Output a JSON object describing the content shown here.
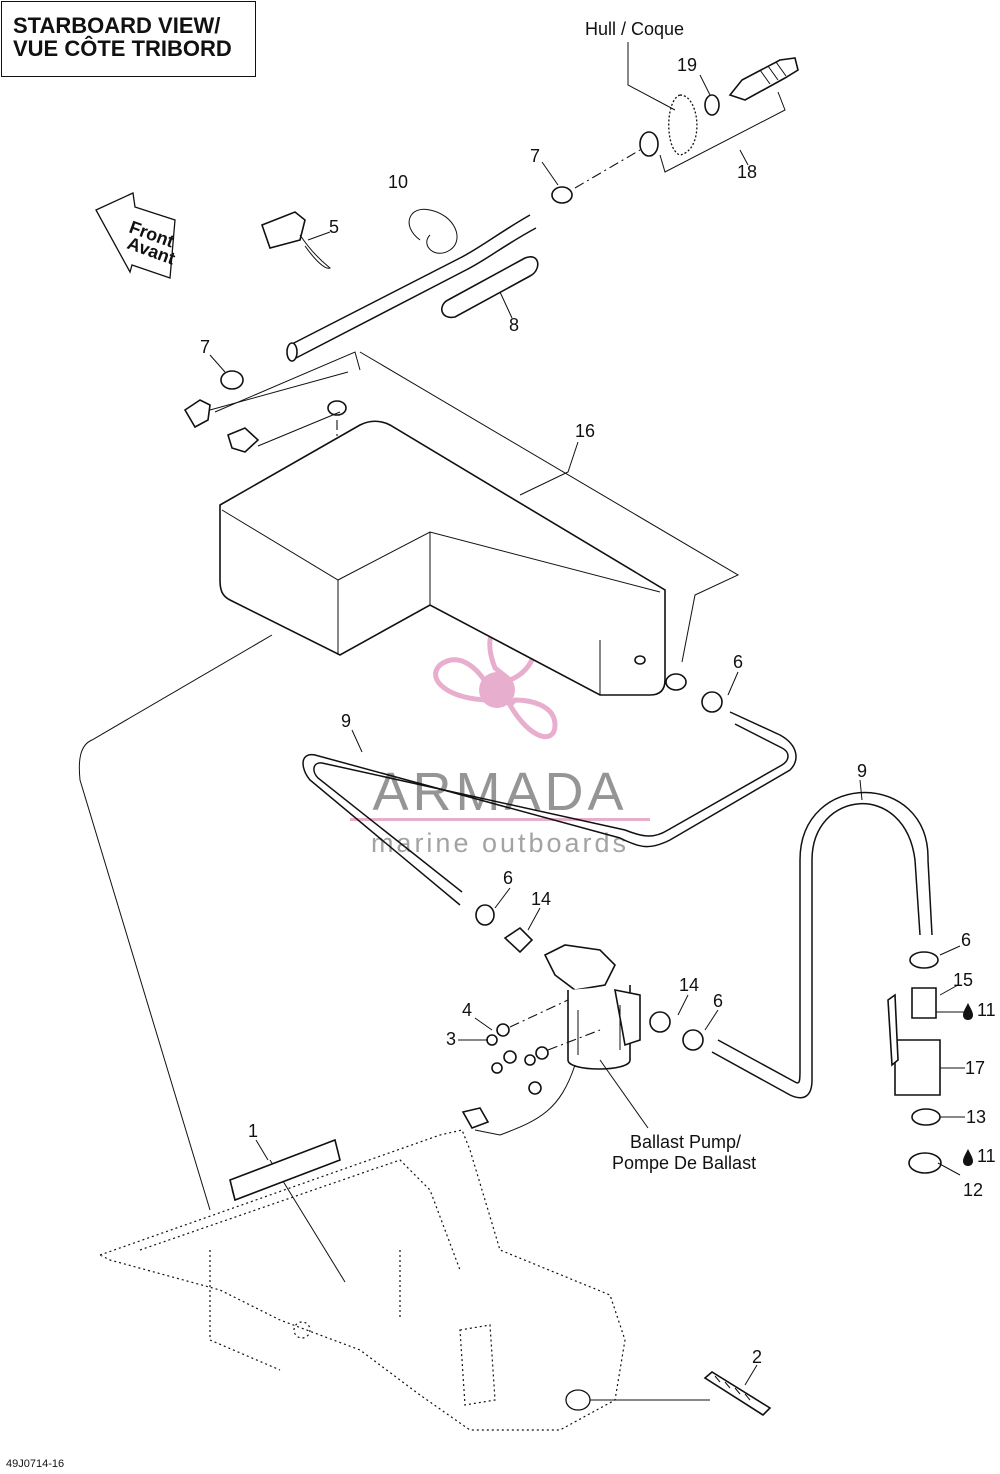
{
  "title": {
    "line1": "STARBOARD VIEW/",
    "line2": "VUE CÔTE TRIBORD"
  },
  "direction_label": {
    "line1": "Front",
    "line2": "Avant"
  },
  "hull_label": "Hull / Coque",
  "pump_label": {
    "line1": "Ballast Pump/",
    "line2": "Pompe De Ballast"
  },
  "watermark": {
    "brand": "ARMADA",
    "tagline": "marine outboards",
    "color": "#e6a6c8"
  },
  "callouts": {
    "n1": "1",
    "n2": "2",
    "n3": "3",
    "n4": "4",
    "n5": "5",
    "n6a": "6",
    "n6b": "6",
    "n6c": "6",
    "n6d": "6",
    "n7a": "7",
    "n7b": "7",
    "n8": "8",
    "n9a": "9",
    "n9b": "9",
    "n10": "10",
    "n11a": "11",
    "n11b": "11",
    "n12": "12",
    "n13": "13",
    "n14a": "14",
    "n14b": "14",
    "n15": "15",
    "n16": "16",
    "n17": "17",
    "n18": "18",
    "n19": "19"
  },
  "icons": {
    "adhesive": "drop-icon"
  },
  "drawing_ref": "49J0714-16"
}
